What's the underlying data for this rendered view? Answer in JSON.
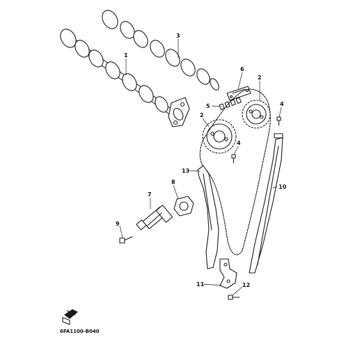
{
  "callouts": {
    "c1": "1",
    "c2a": "2",
    "c2b": "2",
    "c3": "3",
    "c4a": "4",
    "c4b": "4",
    "c5": "5",
    "c6": "6",
    "c7": "7",
    "c8": "8",
    "c9": "9",
    "c10": "10",
    "c11": "11",
    "c12": "12",
    "c13": "13"
  },
  "diagram_code": "6FA1100-B040",
  "colors": {
    "ink": "#1a1a1a",
    "background": "#ffffff"
  }
}
